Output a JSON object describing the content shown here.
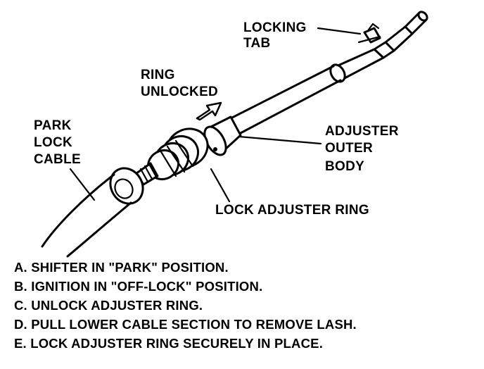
{
  "labels": {
    "locking_tab": [
      "LOCKING",
      "TAB"
    ],
    "ring_unlocked": [
      "RING",
      "UNLOCKED"
    ],
    "park_lock_cable": [
      "PARK",
      "LOCK",
      "CABLE"
    ],
    "adjuster_outer_body": [
      "ADJUSTER",
      "OUTER",
      "BODY"
    ],
    "lock_adjuster_ring": "LOCK ADJUSTER RING"
  },
  "steps": [
    "A. SHIFTER IN \"PARK\" POSITION.",
    "B. IGNITION IN \"OFF-LOCK\" POSITION.",
    "C. UNLOCK ADJUSTER RING.",
    "D. PULL LOWER CABLE SECTION TO REMOVE LASH.",
    "E. LOCK ADJUSTER RING SECURELY IN PLACE."
  ]
}
